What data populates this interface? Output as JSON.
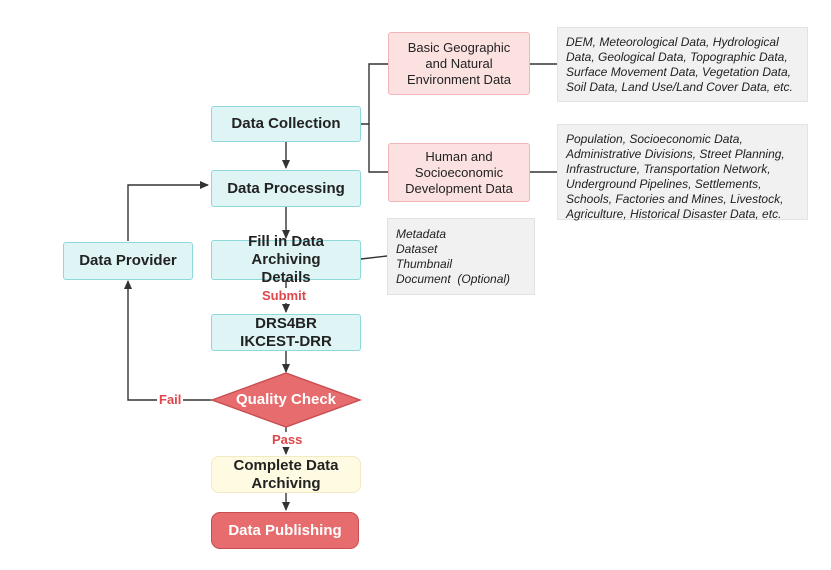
{
  "nodes": {
    "data_collection": "Data Collection",
    "data_processing": "Data Processing",
    "fill_in": "Fill in Data Archiving Details",
    "drs": [
      "DRS4BR",
      "IKCEST-DRR"
    ],
    "quality_check": "Quality Check",
    "complete_archiving": "Complete Data Archiving",
    "data_publishing": "Data Publishing",
    "data_provider": "Data Provider",
    "basic_geo": "Basic Geographic and Natural Environment Data",
    "human_socio": "Human and Socioeconomic Development Data"
  },
  "details": {
    "basic_geo": [
      "DEM, Meteorological Data, Hydrological",
      "Data, Geological Data, Topographic Data,",
      "Surface Movement Data, Vegetation Data,",
      "Soil Data, Land Use/Land Cover Data, etc."
    ],
    "human_socio": [
      "Population, Socioeconomic Data,",
      "Administrative Divisions, Street Planning,",
      "Infrastructure, Transportation Network,",
      "Underground Pipelines, Settlements,",
      "Schools, Factories and Mines, Livestock,",
      "Agriculture, Historical Disaster Data, etc."
    ],
    "archiving": [
      "Metadata",
      "Dataset",
      "Thumbnail",
      "Document  (Optional)"
    ]
  },
  "edge_labels": {
    "submit": "Submit",
    "fail": "Fail",
    "pass": "Pass"
  },
  "colors": {
    "teal_fill": "#dff5f5",
    "pink_fill": "#fce1e1",
    "red_fill": "#e66c6e",
    "yellow_fill": "#fffbe3",
    "label_red": "#e0464b"
  }
}
